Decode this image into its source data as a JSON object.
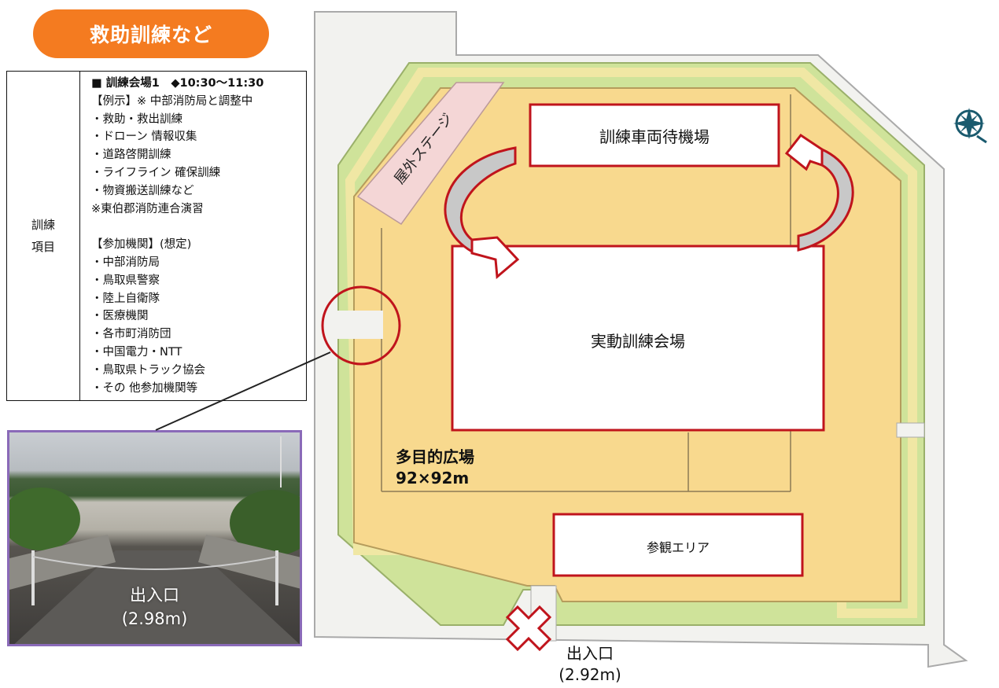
{
  "header": {
    "title": "救助訓練など"
  },
  "info_table": {
    "label_lines": [
      "訓練",
      "項目"
    ],
    "lines": [
      {
        "text": "■ 訓練会場1　◆10:30～11:30",
        "strong": true
      },
      {
        "text": "【例示】※ 中部消防局と調整中"
      },
      {
        "text": "・救助・救出訓練"
      },
      {
        "text": "・ドローン 情報収集"
      },
      {
        "text": "・道路啓開訓練"
      },
      {
        "text": "・ライフライン 確保訓練"
      },
      {
        "text": "・物資搬送訓練など"
      },
      {
        "text": "※東伯郡消防連合演習"
      },
      {
        "text": ""
      },
      {
        "text": "【参加機関】(想定)"
      },
      {
        "text": "・中部消防局"
      },
      {
        "text": "・鳥取県警察"
      },
      {
        "text": "・陸上自衛隊"
      },
      {
        "text": "・医療機関"
      },
      {
        "text": "・各市町消防団"
      },
      {
        "text": "・中国電力・NTT"
      },
      {
        "text": "・鳥取県トラック協会"
      },
      {
        "text": "・その 他参加機関等"
      }
    ]
  },
  "photo": {
    "caption_line1": "出入口",
    "caption_line2": "(2.98m)"
  },
  "map": {
    "stage_label": "屋外ステージ",
    "vehicle_area": "訓練車両待機場",
    "main_area": "実動訓練会場",
    "viewing_area": "参観エリア",
    "field_name": "多目的広場",
    "field_size": "92×92m",
    "entrance_line1": "出入口",
    "entrance_line2": "(2.92m)",
    "compass_icon": "compass-icon",
    "colors": {
      "accent_red": "#c0141c",
      "field": "#f8d98e",
      "grass": "#cfe39a",
      "header": "#f47b20"
    }
  }
}
